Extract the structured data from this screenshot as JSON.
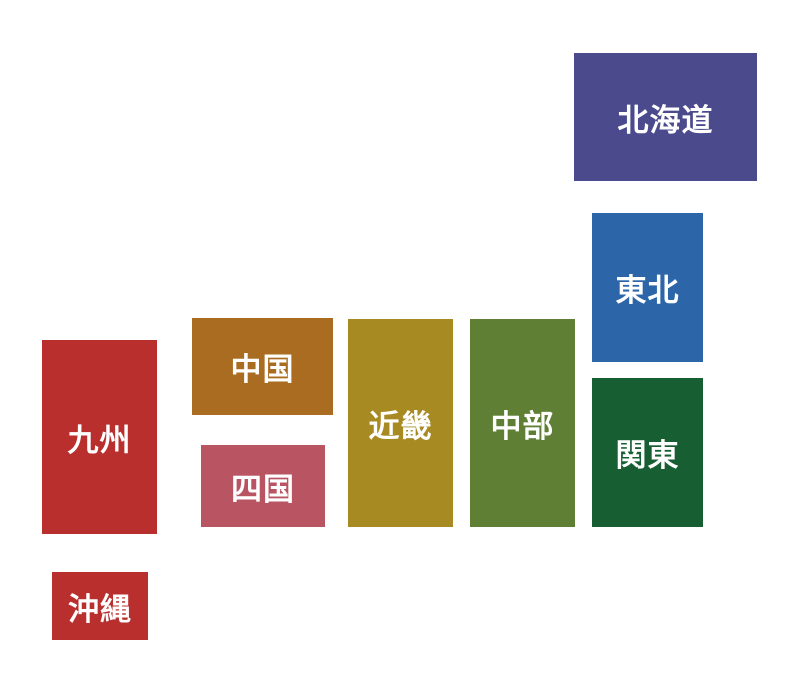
{
  "regions": [
    {
      "id": "hokkaido",
      "label": "北海道",
      "color": "#4a4a8c"
    },
    {
      "id": "tohoku",
      "label": "東北",
      "color": "#2c66a8"
    },
    {
      "id": "kanto",
      "label": "関東",
      "color": "#175f32"
    },
    {
      "id": "chubu",
      "label": "中部",
      "color": "#5e7f34"
    },
    {
      "id": "kinki",
      "label": "近畿",
      "color": "#a88a22"
    },
    {
      "id": "chugoku",
      "label": "中国",
      "color": "#aa6c20"
    },
    {
      "id": "shikoku",
      "label": "四国",
      "color": "#b95563"
    },
    {
      "id": "kyushu",
      "label": "九州",
      "color": "#b82f2e"
    },
    {
      "id": "okinawa",
      "label": "沖縄",
      "color": "#b82f2e"
    }
  ]
}
